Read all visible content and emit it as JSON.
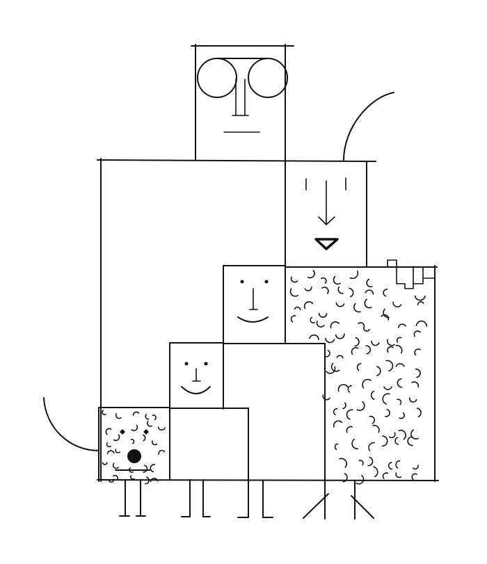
{
  "illustration": {
    "subject": "family-of-boxes-drawing",
    "colors": {
      "ink": "#111111",
      "paper": "#ffffff"
    },
    "figures": [
      "father",
      "mother",
      "older-child",
      "younger-child",
      "dog"
    ]
  }
}
